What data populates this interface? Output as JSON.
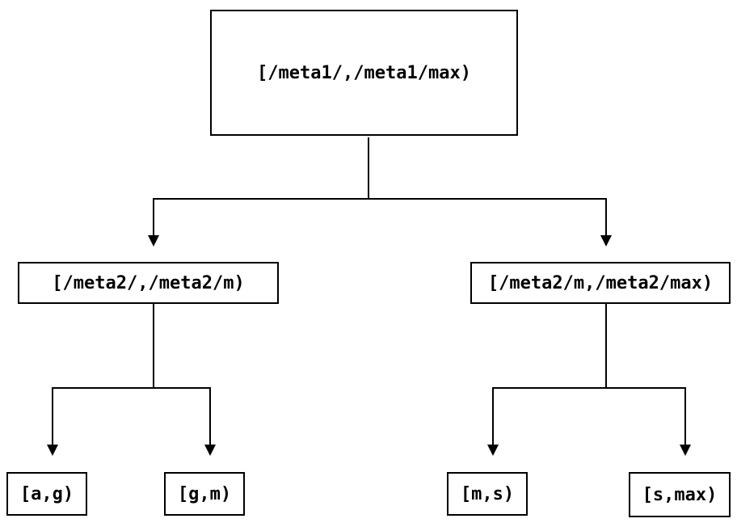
{
  "diagram": {
    "type": "tree",
    "description": "Interval partition tree with arrows from parent ranges to child sub-ranges",
    "colors": {
      "background": "#ffffff",
      "line": "#000000",
      "box_border": "#000000",
      "text": "#000000"
    },
    "nodes": {
      "root": {
        "id": "root",
        "label": "[/meta1/,/meta1/max)"
      },
      "level2": [
        {
          "id": "meta2-left",
          "label": "[/meta2/,/meta2/m)",
          "parent": "root"
        },
        {
          "id": "meta2-right",
          "label": "[/meta2/m,/meta2/max)",
          "parent": "root"
        }
      ],
      "leaves": [
        {
          "id": "leaf-a-g",
          "label": "[a,g)",
          "parent": "meta2-left"
        },
        {
          "id": "leaf-g-m",
          "label": "[g,m)",
          "parent": "meta2-left"
        },
        {
          "id": "leaf-m-s",
          "label": "[m,s)",
          "parent": "meta2-right"
        },
        {
          "id": "leaf-s-max",
          "label": "[s,max)",
          "parent": "meta2-right"
        }
      ]
    },
    "edges": [
      {
        "from": "root",
        "to": "meta2-left",
        "arrow": "down"
      },
      {
        "from": "root",
        "to": "meta2-right",
        "arrow": "down"
      },
      {
        "from": "meta2-left",
        "to": "leaf-a-g",
        "arrow": "down"
      },
      {
        "from": "meta2-left",
        "to": "leaf-g-m",
        "arrow": "down"
      },
      {
        "from": "meta2-right",
        "to": "leaf-m-s",
        "arrow": "down"
      },
      {
        "from": "meta2-right",
        "to": "leaf-s-max",
        "arrow": "down"
      }
    ]
  }
}
